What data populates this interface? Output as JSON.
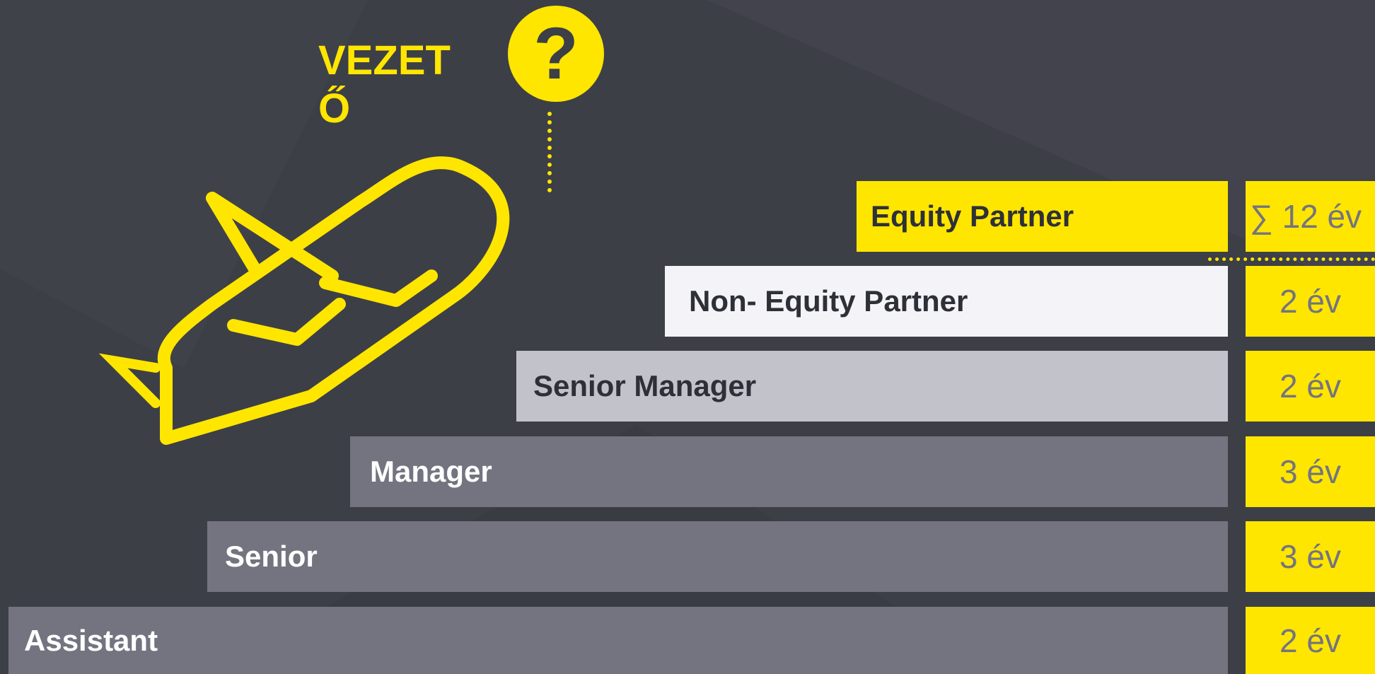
{
  "heading": {
    "line1": "VEZET",
    "line2": "Ő"
  },
  "question_mark": "?",
  "icons": {
    "plane": "airplane-takeoff-icon",
    "question": "question-mark-icon"
  },
  "colors": {
    "accent": "#ffe600",
    "background": "#3d3f47",
    "bar_light": "#f4f4f8",
    "bar_mid": "#c2c2cb",
    "bar_dark": "#747480"
  },
  "levels": [
    {
      "title": "Equity Partner",
      "duration": "∑ 12 év"
    },
    {
      "title": "Non- Equity Partner",
      "duration": "2 év"
    },
    {
      "title": "Senior Manager",
      "duration": "2 év"
    },
    {
      "title": "Manager",
      "duration": "3 év"
    },
    {
      "title": "Senior",
      "duration": "3 év"
    },
    {
      "title": "Assistant",
      "duration": "2 év"
    }
  ]
}
